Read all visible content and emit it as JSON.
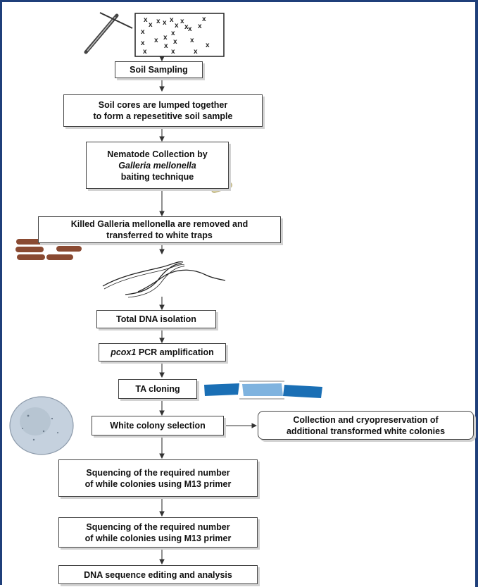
{
  "steps": {
    "soil_sampling": "Soil Sampling",
    "soil_cores": [
      "Soil cores are lumped together",
      "to form a repesetitive soil sample"
    ],
    "nematode": {
      "line1": "Nematode Collection by",
      "italic": "Galleria mellonella",
      "line3": "baiting technique"
    },
    "killed": [
      "Killed Galleria mellonella are removed and",
      "transferred to white traps"
    ],
    "dna_isolation": "Total DNA isolation",
    "pcr": {
      "gene": "pcox1",
      "rest": " PCR amplification"
    },
    "ta_cloning": "TA cloning",
    "white_colony": "White colony selection",
    "collection": [
      "Collection and cryopreservation of",
      "additional transformed white colonies"
    ],
    "sequencing_1": [
      "Squencing of the required number",
      "of while colonies using M13 primer"
    ],
    "sequencing_2": [
      "Squencing of the required number",
      "of while colonies using M13 primer"
    ],
    "dna_editing": "DNA sequence editing and analysis"
  },
  "colors": {
    "frame": "#1f3f7a",
    "larva": "#8a4a32",
    "bait_larva": "#d8cfa0",
    "vector": "#1a6fb5",
    "petri": "#b9c6d6"
  },
  "icons": [
    "soil-core-sampler-icon",
    "soil-plot-grid-icon",
    "bait-larva-icon",
    "dead-larva-icon",
    "nematode-icon",
    "cloning-vector-icon",
    "petri-dish-icon"
  ]
}
